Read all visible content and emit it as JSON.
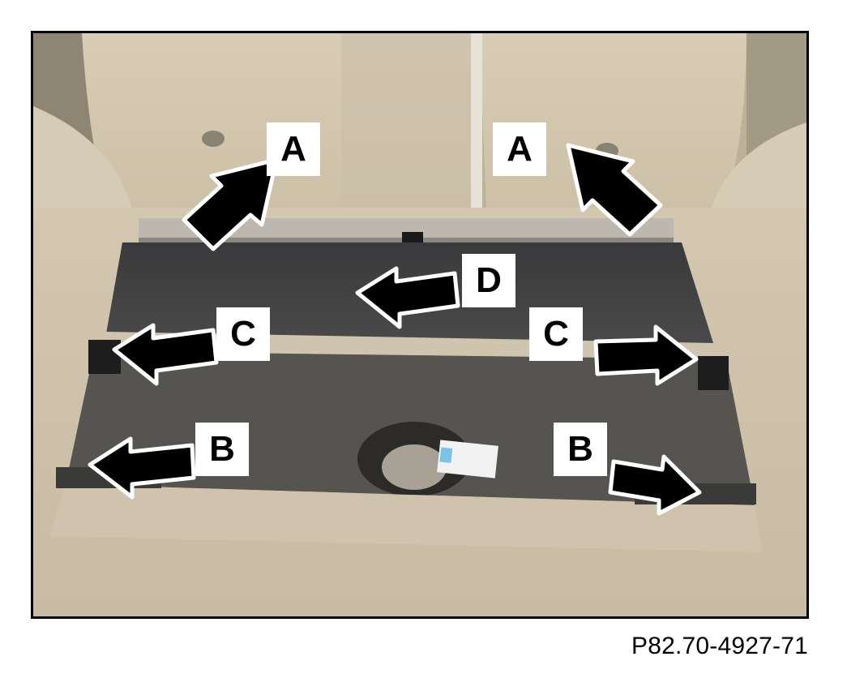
{
  "figure": {
    "id": "P82.70-4927-71"
  },
  "callouts": {
    "a_left": "A",
    "a_right": "A",
    "b_left": "B",
    "b_right": "B",
    "c_left": "C",
    "c_right": "C",
    "d": "D"
  },
  "colors": {
    "frame": "#000000",
    "arrow": "#000000",
    "label_bg": "#ffffff",
    "carpet_light": "#d9ceb8",
    "carpet_dark": "#2a2a2e"
  }
}
